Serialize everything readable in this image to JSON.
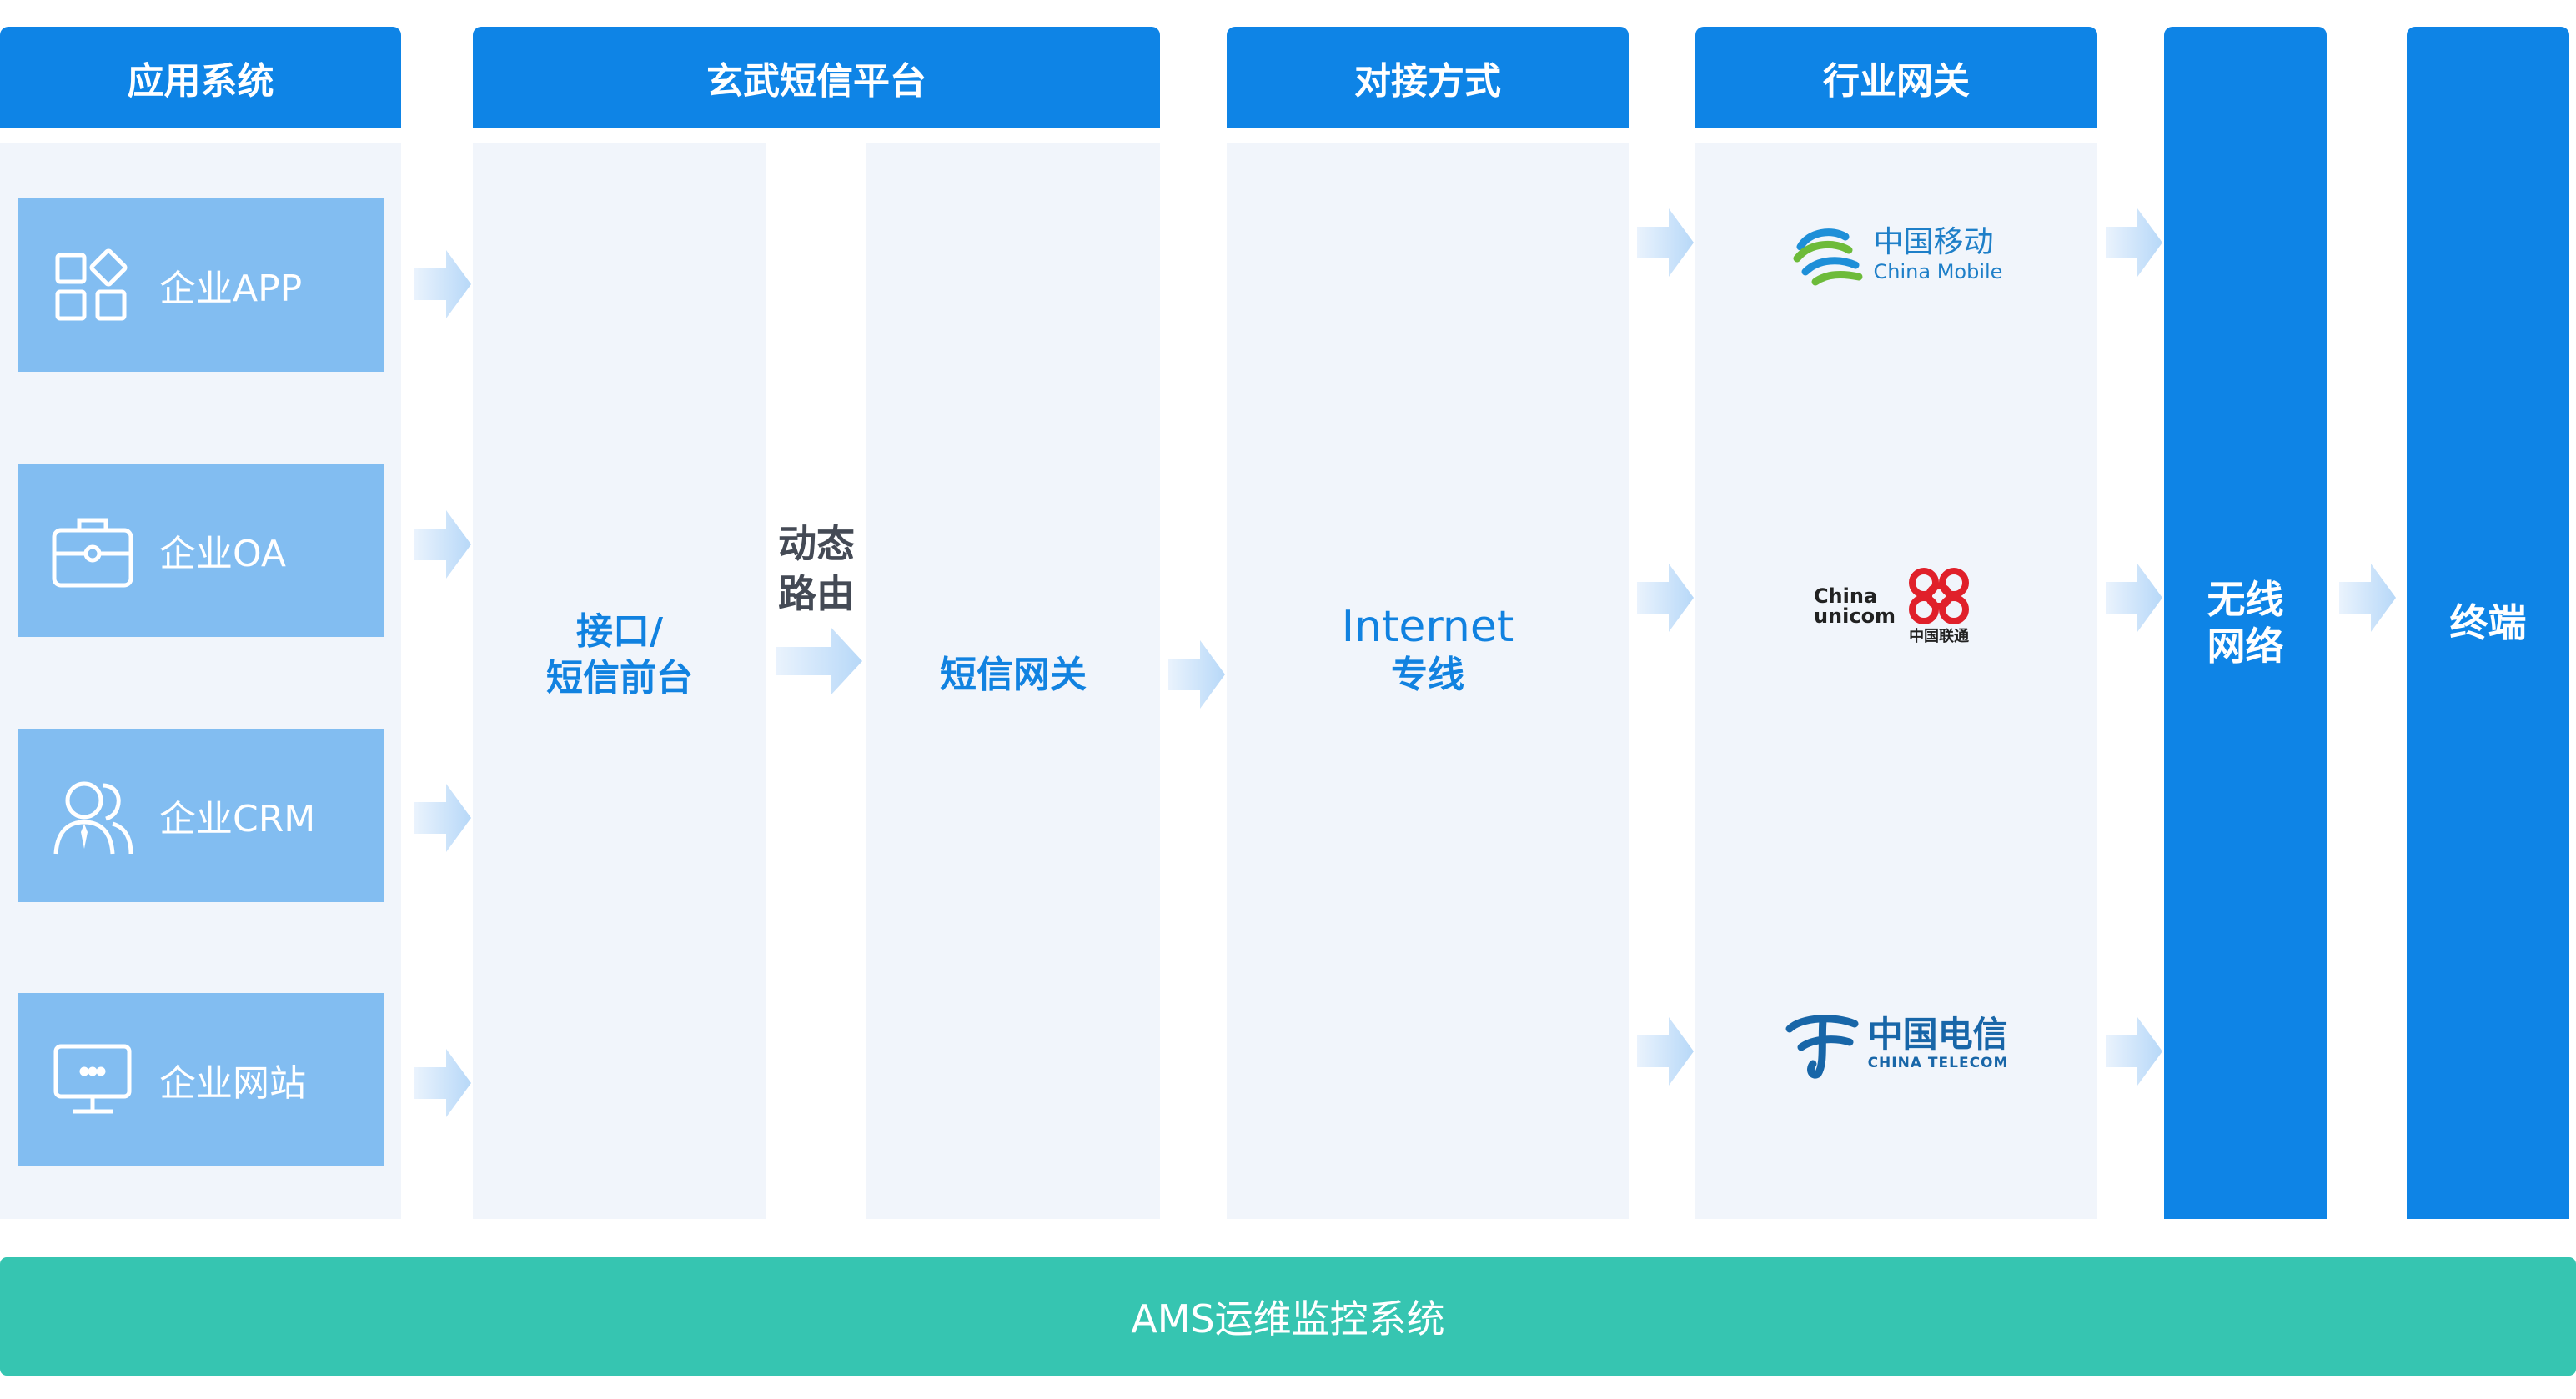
{
  "headers": {
    "app_system": "应用系统",
    "platform": "玄武短信平台",
    "connection": "对接方式",
    "gateway": "行业网关"
  },
  "apps": [
    {
      "label": "企业APP",
      "icon": "apps-grid-icon"
    },
    {
      "label": "企业OA",
      "icon": "briefcase-icon"
    },
    {
      "label": "企业CRM",
      "icon": "users-icon"
    },
    {
      "label": "企业网站",
      "icon": "monitor-icon"
    }
  ],
  "platform": {
    "interface_line1": "接口/",
    "interface_line2": "短信前台",
    "routing_line1": "动态",
    "routing_line2": "路由",
    "sms_gateway": "短信网关"
  },
  "connection": {
    "line1": "Internet",
    "line2": "专线"
  },
  "operators": [
    {
      "cn": "中国移动",
      "en": "China Mobile",
      "icon": "china-mobile-logo"
    },
    {
      "cn_top": "China",
      "cn_bottom": "unicom",
      "cn_name": "中国联通",
      "icon": "china-unicom-logo"
    },
    {
      "cn": "中国电信",
      "en": "CHINA TELECOM",
      "icon": "china-telecom-logo"
    }
  ],
  "wireless": {
    "line1": "无线",
    "line2": "网络"
  },
  "terminal": "终端",
  "ams": "AMS运维监控系统",
  "colors": {
    "primary": "#0e84e6",
    "card": "#82bdf1",
    "panel": "#f1f5fb",
    "accent_text": "#1182e0",
    "ams": "#36c5b1",
    "arrow": "#cfe4fa"
  }
}
